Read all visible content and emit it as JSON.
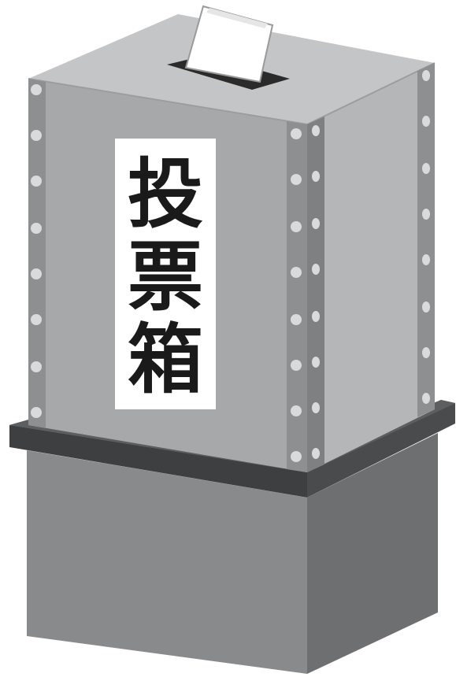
{
  "box": {
    "label_chars": [
      "投",
      "票",
      "箱"
    ]
  },
  "colors": {
    "lid_top": "#c4c5c7",
    "front_face": "#a7a8aa",
    "side_face": "#b5b6b8",
    "corner_strip": "#8e8f91",
    "rivet": "#d9dadb",
    "base_rim_top": "#58595b",
    "base_rim_front": "#3e3f41",
    "base_front": "#898a8c",
    "base_side": "#6e6f71",
    "slot": "#2b2b2b",
    "ballot": "#ffffff",
    "label_bg": "#ffffff",
    "label_text": "#1a1a1a"
  }
}
